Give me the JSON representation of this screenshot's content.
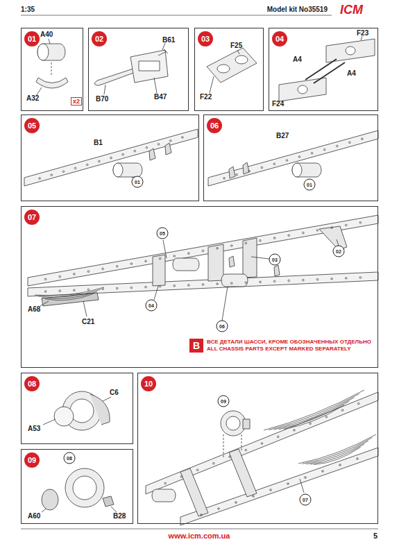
{
  "diagram": {
    "nodes": [
      {
        "text": [
          "01"
        ]
      },
      {
        "text": [
          "02"
        ]
      },
      {
        "text": [
          "03"
        ]
      },
      {
        "text": [
          "04"
        ]
      },
      {
        "text": [
          "05"
        ]
      },
      {
        "text": [
          "06"
        ]
      },
      {
        "text": [
          "07"
        ]
      },
      {
        "text": [
          "08"
        ]
      },
      {
        "text": [
          "09"
        ]
      },
      {
        "text": [
          "10"
        ]
      },
      {
        "text": [
          "B",
          "ВСЕ ДЕТАЛИ ШАССИ, КРОМЕ ОБОЗНАЧЕННЫХ ОТДЕЛЬНО",
          "ALL CHASSIS PARTS EXCEPT MARKED SEPARATELY"
        ],
        "in": 6
      }
    ],
    "labels": [
      "1:35",
      "Model kit No35519",
      "ICM",
      "A40",
      "A32",
      "x2",
      "B61",
      "B70",
      "B47",
      "F25",
      "F22",
      "A4",
      "F23",
      "A4",
      "F24",
      "B1",
      "01",
      "B27",
      "01",
      "05",
      "02",
      "03",
      "04",
      "06",
      "A68",
      "C21",
      "C6",
      "A53",
      "08",
      "A60",
      "B28",
      "09",
      "07",
      "www.icm.com.ua",
      "5"
    ]
  }
}
